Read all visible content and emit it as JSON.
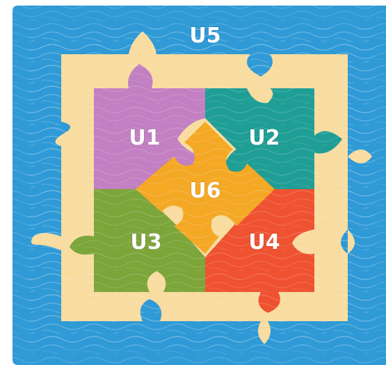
{
  "diagram": {
    "pieces": [
      {
        "id": "U5",
        "label": "U5",
        "color": "#2f9ad6",
        "role": "outer-frame"
      },
      {
        "id": "U5-inner",
        "label": "",
        "color": "#f8dca0",
        "role": "inner-frame"
      },
      {
        "id": "U1",
        "label": "U1",
        "color": "#c27fc2",
        "role": "top-left"
      },
      {
        "id": "U2",
        "label": "U2",
        "color": "#1f9e95",
        "role": "top-right"
      },
      {
        "id": "U3",
        "label": "U3",
        "color": "#7ca53a",
        "role": "bottom-left"
      },
      {
        "id": "U4",
        "label": "U4",
        "color": "#ef5231",
        "role": "bottom-right"
      },
      {
        "id": "U6",
        "label": "U6",
        "color": "#f4a824",
        "role": "center"
      }
    ]
  }
}
